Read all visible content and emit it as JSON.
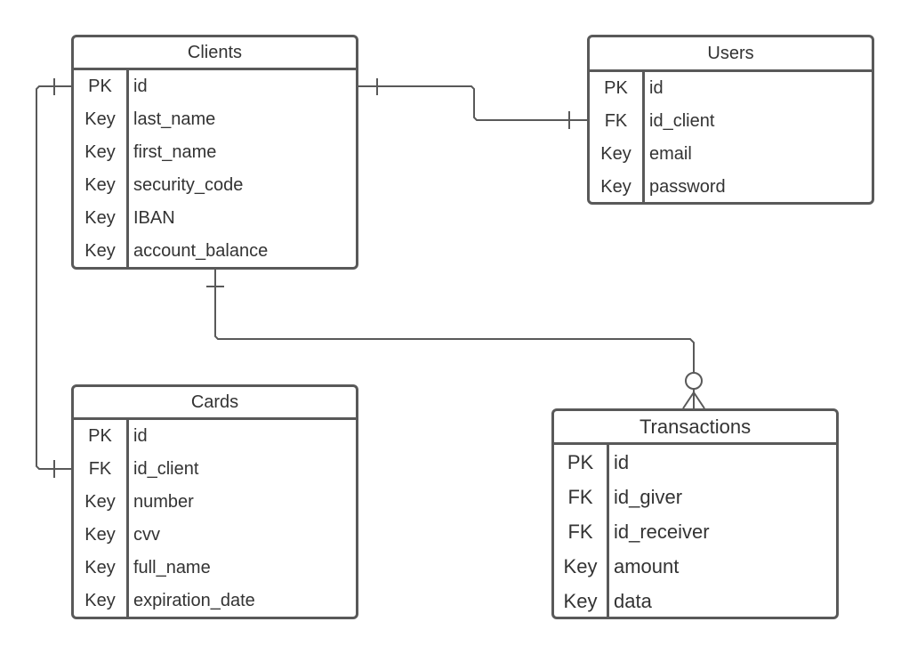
{
  "colors": {
    "line": "#595959",
    "text": "#333333",
    "background": "#ffffff"
  },
  "entities": {
    "clients": {
      "title": "Clients",
      "rows": [
        {
          "key": "PK",
          "field": "id"
        },
        {
          "key": "Key",
          "field": "last_name"
        },
        {
          "key": "Key",
          "field": "first_name"
        },
        {
          "key": "Key",
          "field": "security_code"
        },
        {
          "key": "Key",
          "field": "IBAN"
        },
        {
          "key": "Key",
          "field": "account_balance"
        }
      ]
    },
    "users": {
      "title": "Users",
      "rows": [
        {
          "key": "PK",
          "field": "id"
        },
        {
          "key": "FK",
          "field": "id_client"
        },
        {
          "key": "Key",
          "field": "email"
        },
        {
          "key": "Key",
          "field": "password"
        }
      ]
    },
    "cards": {
      "title": "Cards",
      "rows": [
        {
          "key": "PK",
          "field": "id"
        },
        {
          "key": "FK",
          "field": "id_client"
        },
        {
          "key": "Key",
          "field": "number"
        },
        {
          "key": "Key",
          "field": "cvv"
        },
        {
          "key": "Key",
          "field": "full_name"
        },
        {
          "key": "Key",
          "field": "expiration_date"
        }
      ]
    },
    "transactions": {
      "title": "Transactions",
      "rows": [
        {
          "key": "PK",
          "field": "id"
        },
        {
          "key": "FK",
          "field": "id_giver"
        },
        {
          "key": "FK",
          "field": "id_receiver"
        },
        {
          "key": "Key",
          "field": "amount"
        },
        {
          "key": "Key",
          "field": "data"
        }
      ]
    }
  },
  "relationships": [
    {
      "from": "Clients",
      "to": "Users",
      "from_cardinality": "one",
      "to_cardinality": "one"
    },
    {
      "from": "Clients",
      "to": "Cards",
      "from_cardinality": "one",
      "to_cardinality": "one"
    },
    {
      "from": "Clients",
      "to": "Transactions",
      "from_cardinality": "one",
      "to_cardinality": "zero-or-many"
    }
  ]
}
